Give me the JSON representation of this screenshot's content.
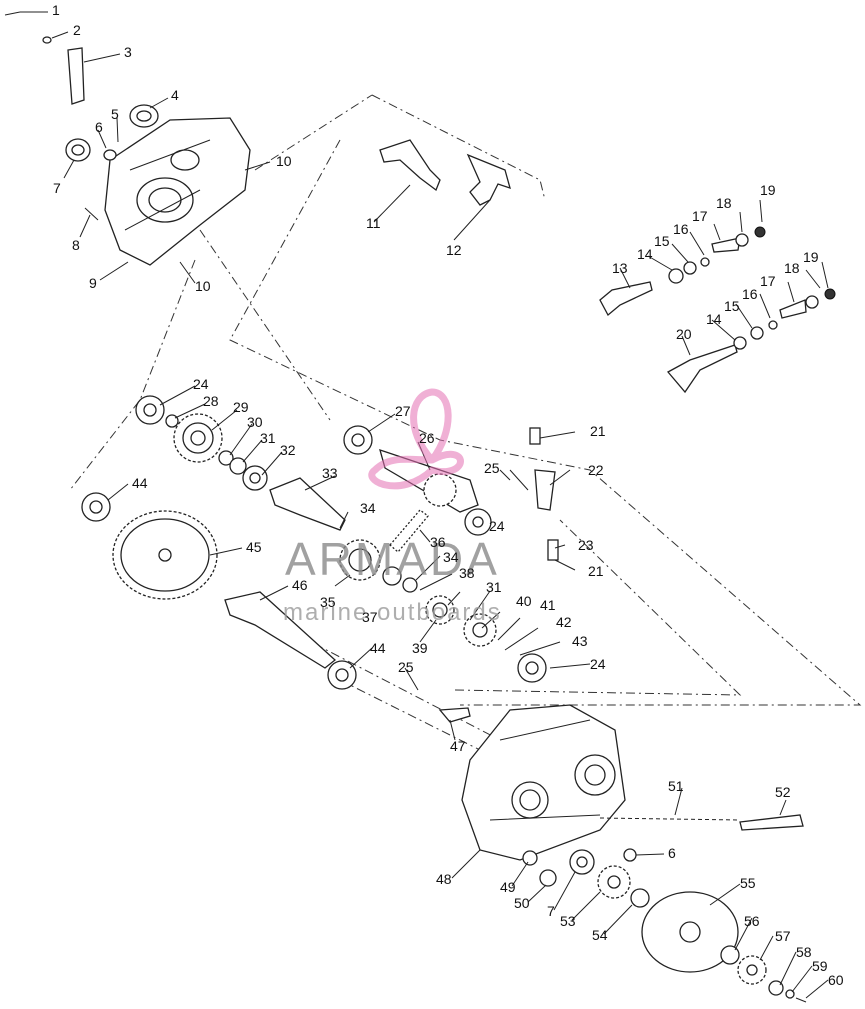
{
  "watermark": {
    "brand": "ARMADA",
    "tagline": "marine outboards",
    "logo_color": "#e36fb3"
  },
  "callouts": {
    "c1": "1",
    "c2": "2",
    "c3": "3",
    "c4": "4",
    "c5": "5",
    "c6": "6",
    "c7": "7",
    "c8": "8",
    "c9": "9",
    "c10a": "10",
    "c10b": "10",
    "c11": "11",
    "c12": "12",
    "c13": "13",
    "c14a": "14",
    "c14b": "14",
    "c15a": "15",
    "c15b": "15",
    "c16a": "16",
    "c16b": "16",
    "c17a": "17",
    "c17b": "17",
    "c18a": "18",
    "c18b": "18",
    "c19a": "19",
    "c19b": "19",
    "c20": "20",
    "c21a": "21",
    "c21b": "21",
    "c22": "22",
    "c23": "23",
    "c24a": "24",
    "c24b": "24",
    "c24c": "24",
    "c25a": "25",
    "c25b": "25",
    "c26": "26",
    "c27": "27",
    "c28": "28",
    "c29": "29",
    "c30": "30",
    "c31a": "31",
    "c31b": "31",
    "c32": "32",
    "c33": "33",
    "c34a": "34",
    "c34b": "34",
    "c35": "35",
    "c36": "36",
    "c37": "37",
    "c38": "38",
    "c39": "39",
    "c40": "40",
    "c41": "41",
    "c42": "42",
    "c43": "43",
    "c44a": "44",
    "c44b": "44",
    "c45": "45",
    "c46": "46",
    "c47": "47",
    "c48": "48",
    "c49": "49",
    "c50": "50",
    "c51": "51",
    "c52": "52",
    "c53": "53",
    "c54": "54",
    "c55": "55",
    "c56": "56",
    "c57": "57",
    "c58": "58",
    "c59": "59",
    "c60": "60",
    "c6b": "6",
    "c7b": "7"
  }
}
